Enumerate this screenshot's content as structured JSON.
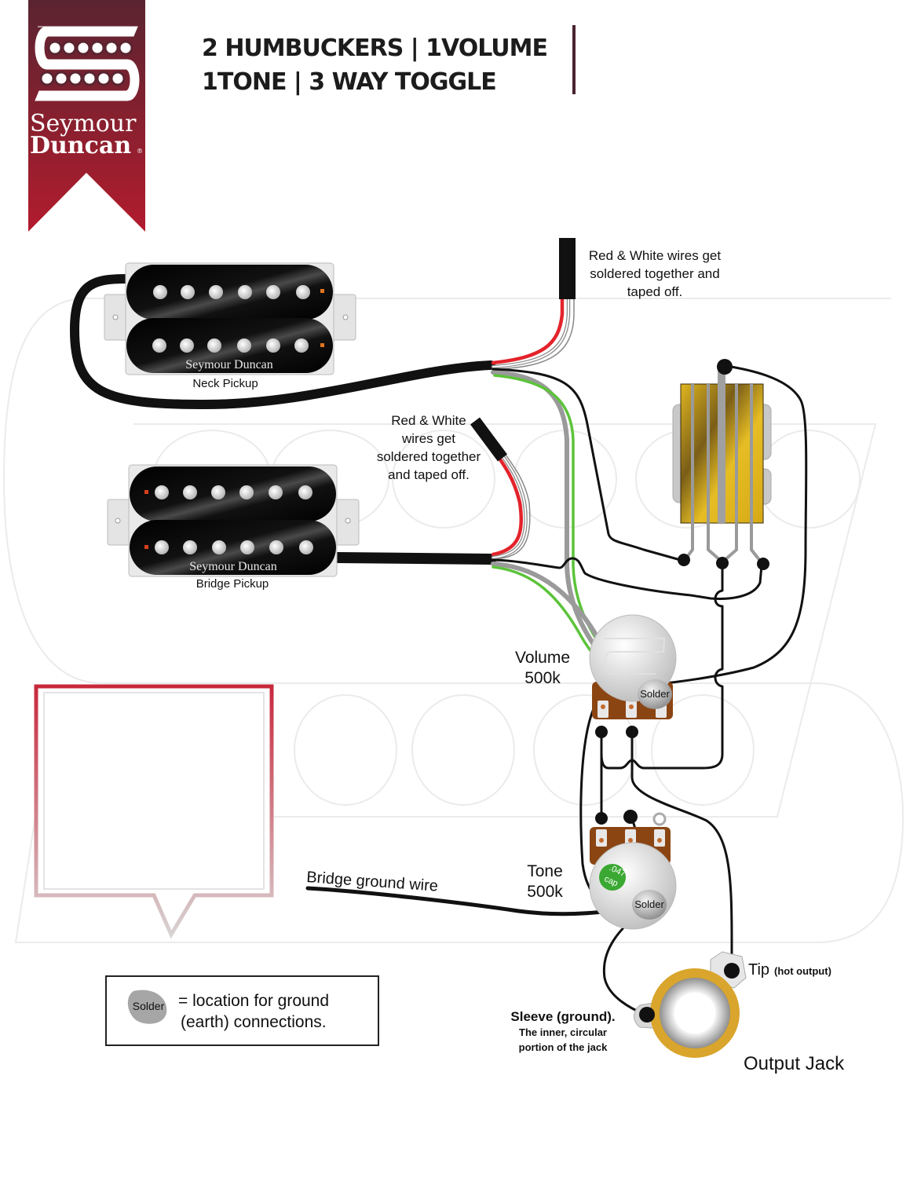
{
  "brand": {
    "name_line1": "Seymour",
    "name_line2": "Duncan",
    "registered": "®",
    "color": "#8b1a2b"
  },
  "header": {
    "title_line1": "2 HUMBUCKERS | 1VOLUME",
    "title_line2": "1TONE  | 3 WAY TOGGLE"
  },
  "pickups": {
    "neck": {
      "label": "Neck Pickup",
      "brand": "Seymour Duncan"
    },
    "bridge": {
      "label": "Bridge Pickup",
      "brand": "Seymour Duncan"
    }
  },
  "notes": {
    "neck_taped": [
      "Red & White wires get",
      "soldered together and",
      "taped off."
    ],
    "bridge_taped": [
      "Red & White",
      "wires get",
      "soldered together",
      "and taped off."
    ],
    "bridge_ground": "Bridge ground wire"
  },
  "pots": {
    "volume": {
      "name": "Volume",
      "value": "500k",
      "solder": "Solder"
    },
    "tone": {
      "name": "Tone",
      "value": "500k",
      "solder": "Solder",
      "cap_value": ".047",
      "cap_label": "cap"
    }
  },
  "jack": {
    "title": "Output Jack",
    "tip": "Tip",
    "tip_note": "(hot output)",
    "sleeve": "Sleeve (ground).",
    "sleeve_note1": "The inner, circular",
    "sleeve_note2": "portion of the jack"
  },
  "legend": {
    "symbol": "Solder",
    "line1": "= location for ground",
    "line2": "(earth) connections."
  },
  "wire_colors": {
    "hot": "#111111",
    "red": "#e3232b",
    "white": "#ffffff",
    "green": "#5cc33a",
    "bare": "#9a9a9a"
  }
}
